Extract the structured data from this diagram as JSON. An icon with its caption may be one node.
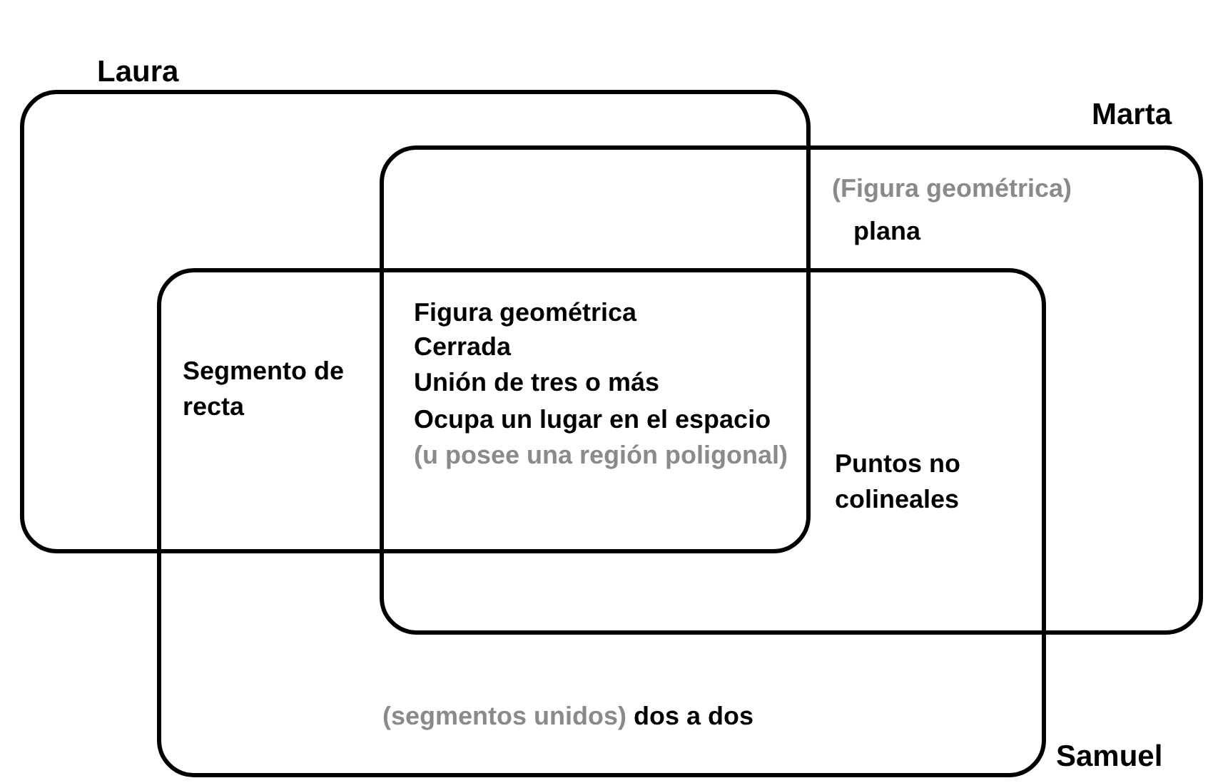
{
  "diagram": {
    "nodes": [
      {
        "text": [
          "Laura"
        ]
      },
      {
        "text": [
          "Marta"
        ]
      },
      {
        "text": [
          "Samuel"
        ]
      }
    ],
    "labels": [
      "(Figura geométrica)",
      "plana",
      "Figura geométrica",
      "Cerrada",
      "Segmento de recta",
      "Unión de tres o más",
      "Ocupa un lugar en el espacio",
      "(u posee una región poligonal)",
      "Puntos no colineales",
      "(segmentos unidos)",
      "dos a dos"
    ]
  }
}
